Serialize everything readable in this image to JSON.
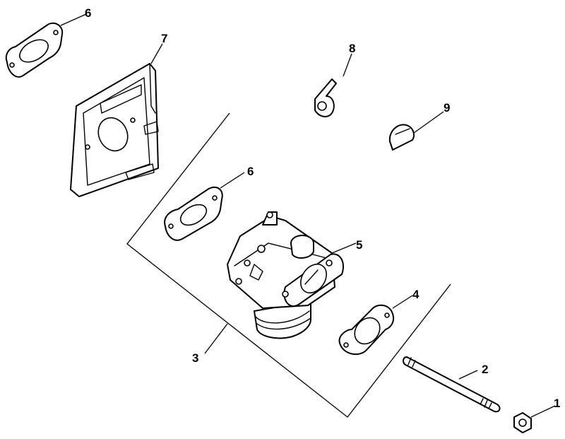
{
  "callouts": {
    "c1": "1",
    "c2": "2",
    "c3": "3",
    "c4": "4",
    "c5": "5",
    "c6a": "6",
    "c6b": "6",
    "c7": "7",
    "c8": "8",
    "c9": "9"
  },
  "colors": {
    "line": "#000000",
    "background": "#ffffff"
  }
}
